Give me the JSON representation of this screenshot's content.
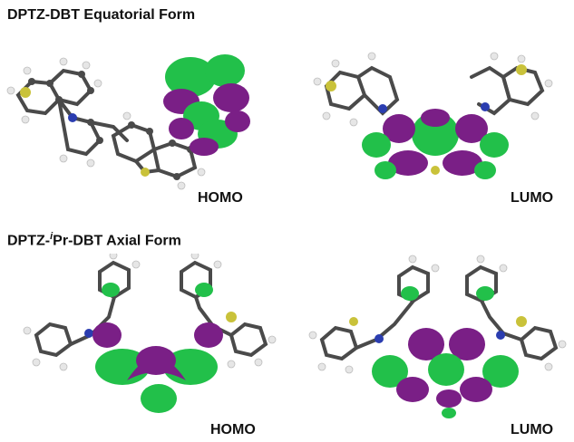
{
  "sections": [
    {
      "title_main": "DPTZ-DBT Equatorial Form",
      "homo_label": "HOMO",
      "lumo_label": "LUMO"
    },
    {
      "title_pre": "DPTZ-",
      "title_sup": "i",
      "title_post": "Pr-DBT Axial Form",
      "homo_label": "HOMO",
      "lumo_label": "LUMO"
    }
  ],
  "colors": {
    "orbital_positive": "#22c04a",
    "orbital_negative": "#7a1f86",
    "carbon": "#4a4a4a",
    "hydrogen": "#e6e6e6",
    "nitrogen": "#2b3db0",
    "sulfur": "#c9c23a"
  }
}
